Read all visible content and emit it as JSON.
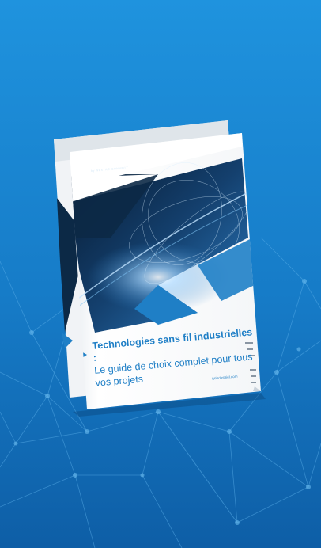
{
  "brochure": {
    "logo": {
      "name": "IoT industriel",
      "tagline": "by NEXTRE CONNECT"
    },
    "title": "Technologies sans fil industrielles :",
    "subtitle": "Le guide de choix complet pour tous vos projets",
    "url": "iotindustriel.com"
  },
  "colors": {
    "background_top": "#1f8fdc",
    "background_bottom": "#0f62a8",
    "accent": "#1f7fc6",
    "dark_navy": "#0c2946"
  }
}
